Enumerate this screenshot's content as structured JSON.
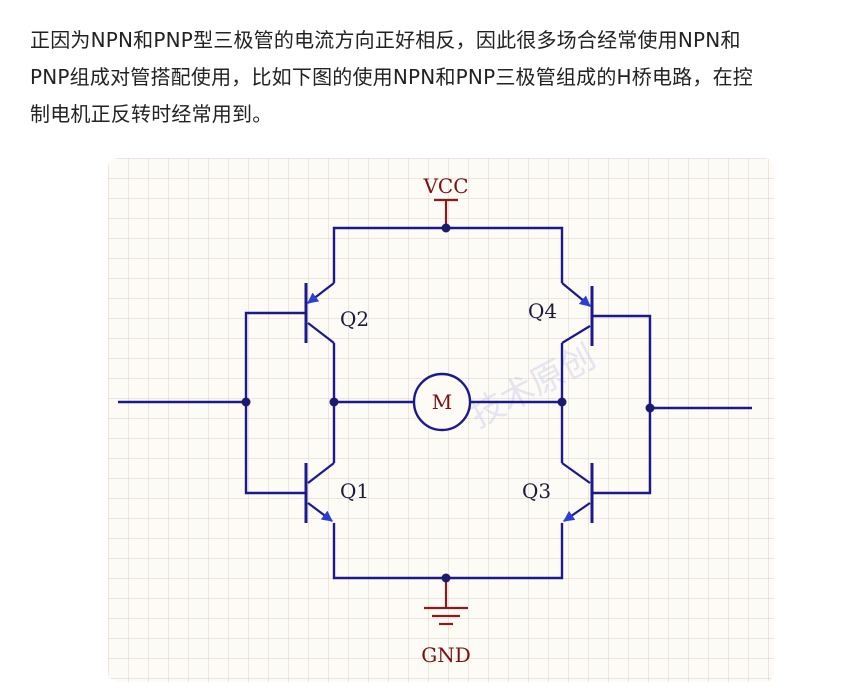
{
  "article": {
    "paragraph_lines": [
      "正因为NPN和PNP型三极管的电流方向正好相反，因此很多场合经常使用NPN和",
      "PNP组成对管搭配使用，比如下图的使用NPN和PNP三极管组成的H桥电路，在控",
      "制电机正反转时经常用到。"
    ]
  },
  "diagram": {
    "labels": {
      "vcc": "VCC",
      "gnd": "GND",
      "motor": "M",
      "q1": "Q1",
      "q2": "Q2",
      "q3": "Q3",
      "q4": "Q4"
    },
    "watermark": "技术原创",
    "colors": {
      "wire": "#1a1a8c",
      "power": "#8b1a1a",
      "junction": "#1a1a6e",
      "text": "#7a1010"
    }
  }
}
